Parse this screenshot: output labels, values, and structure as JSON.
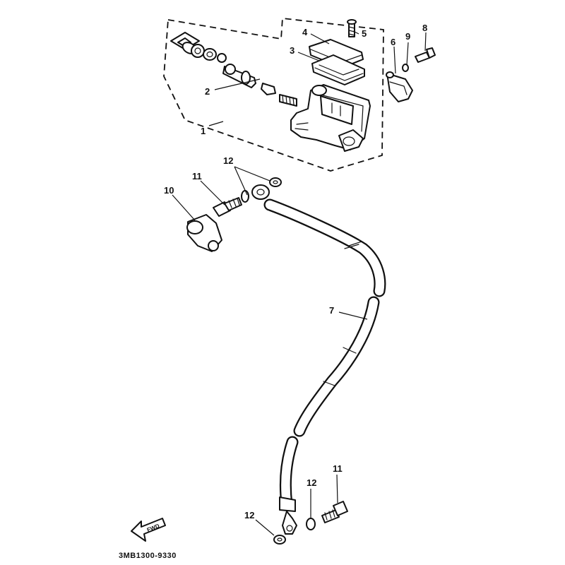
{
  "diagram": {
    "drawing_code": "3MB1300-9330",
    "fwd_label": "FWD",
    "callouts": [
      {
        "key": "c1",
        "number": "1"
      },
      {
        "key": "c2",
        "number": "2"
      },
      {
        "key": "c3",
        "number": "3"
      },
      {
        "key": "c4",
        "number": "4"
      },
      {
        "key": "c5",
        "number": "5"
      },
      {
        "key": "c6",
        "number": "6"
      },
      {
        "key": "c7",
        "number": "7"
      },
      {
        "key": "c8",
        "number": "8"
      },
      {
        "key": "c9",
        "number": "9"
      },
      {
        "key": "c10",
        "number": "10"
      },
      {
        "key": "c11a",
        "number": "11"
      },
      {
        "key": "c11b",
        "number": "11"
      },
      {
        "key": "c12a",
        "number": "12"
      },
      {
        "key": "c12b",
        "number": "12"
      },
      {
        "key": "c12c",
        "number": "12"
      }
    ]
  }
}
